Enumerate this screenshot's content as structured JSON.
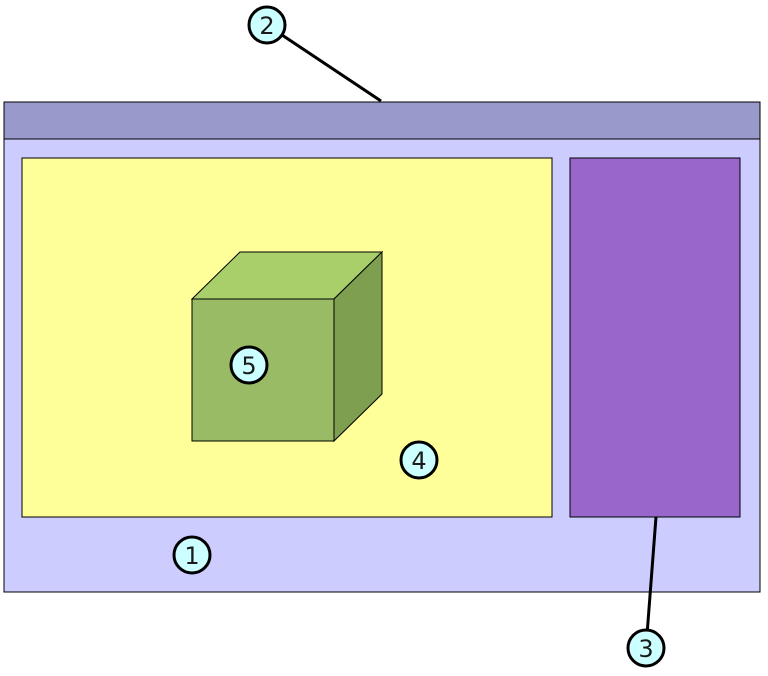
{
  "colors": {
    "window_body": "#ccccff",
    "title_bar": "#9999cc",
    "viewport": "#ffff99",
    "side_panel": "#9966cc",
    "cube_front": "#99bb66",
    "cube_top": "#a8cf6a",
    "cube_side": "#7f9f50",
    "callout_fill": "#ccffff",
    "outline": "#000000"
  },
  "callouts": {
    "window": "1",
    "title_bar": "2",
    "side_panel": "3",
    "viewport": "4",
    "cube": "5"
  }
}
